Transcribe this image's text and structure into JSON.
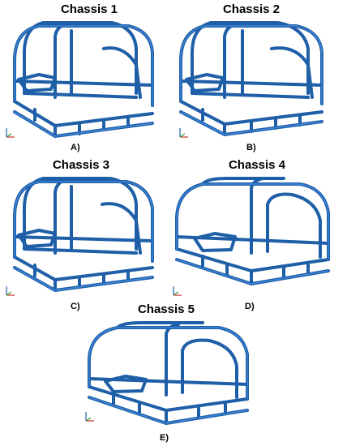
{
  "colors": {
    "tube": "#1f5fa8",
    "highlight": "#3d86d6",
    "axis_y": "#2e9a3a",
    "axis_z": "#c9322a",
    "axis_x": "#1f5fa8",
    "background": "#ffffff"
  },
  "panels": [
    {
      "title": "Chassis 1",
      "label": "A)"
    },
    {
      "title": "Chassis 2",
      "label": "B)"
    },
    {
      "title": "Chassis 3",
      "label": "C)"
    },
    {
      "title": "Chassis 4",
      "label": "D)"
    },
    {
      "title": "Chassis 5",
      "label": "E)"
    }
  ]
}
